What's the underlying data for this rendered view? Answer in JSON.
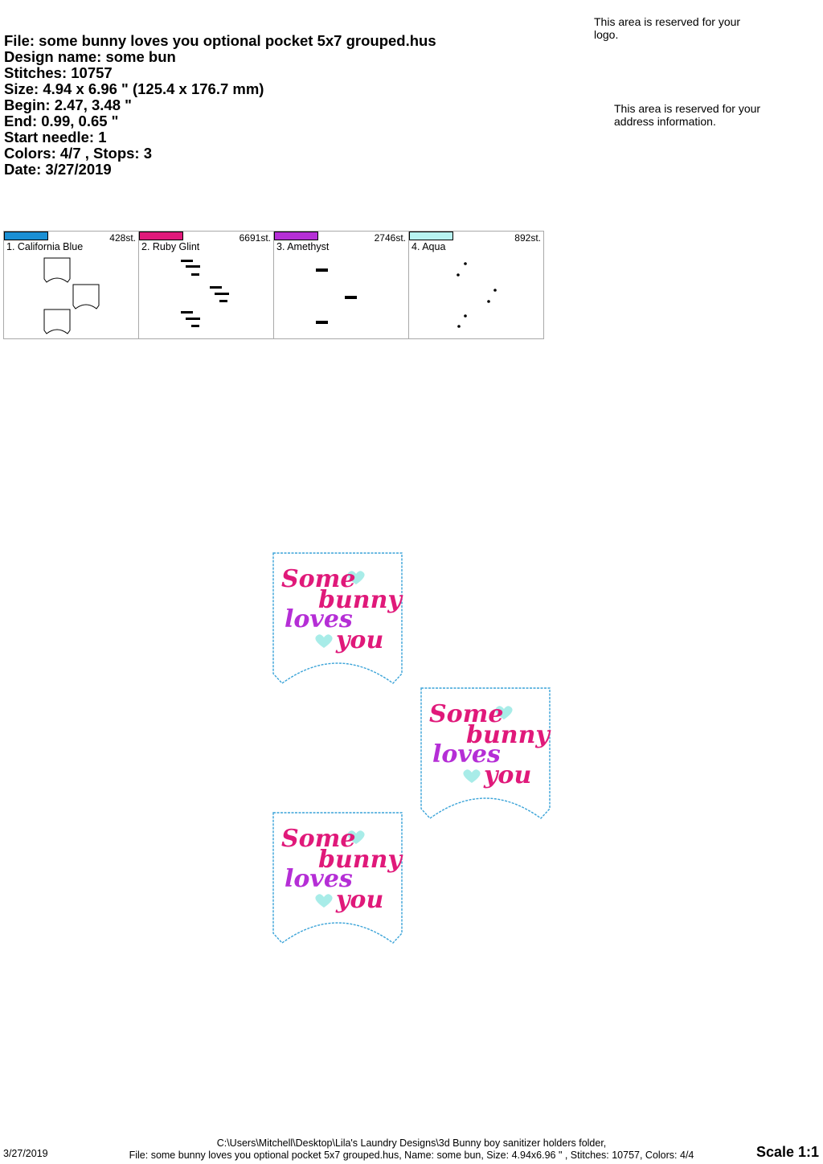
{
  "info": {
    "file": "File: some bunny loves you optional pocket 5x7 grouped.hus",
    "design_name": "Design name: some bun",
    "stitches": "Stitches: 10757",
    "size": "Size: 4.94 x 6.96 \" (125.4 x 176.7 mm)",
    "begin": "Begin: 2.47, 3.48 \"",
    "end": "End: 0.99, 0.65 \"",
    "start_needle": "Start needle: 1",
    "colors": "Colors: 4/7 , Stops: 3",
    "date": "Date: 3/27/2019"
  },
  "reserved": {
    "logo": "This area is reserved for your logo.",
    "address": "This area is reserved for your address information."
  },
  "palette": [
    {
      "name": "1. California Blue",
      "stitches": "428st.",
      "color": "#1a8fd4"
    },
    {
      "name": "2. Ruby Glint",
      "stitches": "6691st.",
      "color": "#e0197a"
    },
    {
      "name": "3. Amethyst",
      "stitches": "2746st.",
      "color": "#b52ed6"
    },
    {
      "name": "4. Aqua",
      "stitches": "892st.",
      "color": "#b8f4f2"
    }
  ],
  "design": {
    "line1": "Some",
    "line2": "bunny",
    "line3": "loves",
    "line4": "you",
    "outline_color": "#3aa3d8",
    "text_color": "#e0197a",
    "loves_color": "#b52ed6",
    "heart_color": "#a8ece8"
  },
  "footer": {
    "date": "3/27/2019",
    "path": "C:\\Users\\Mitchell\\Desktop\\Lila's Laundry Designs\\3d Bunny boy sanitizer holders folder,",
    "summary": "File: some bunny loves you optional pocket 5x7 grouped.hus, Name: some bun, Size: 4.94x6.96 \" , Stitches: 10757, Colors: 4/4",
    "scale": "Scale 1:1"
  }
}
